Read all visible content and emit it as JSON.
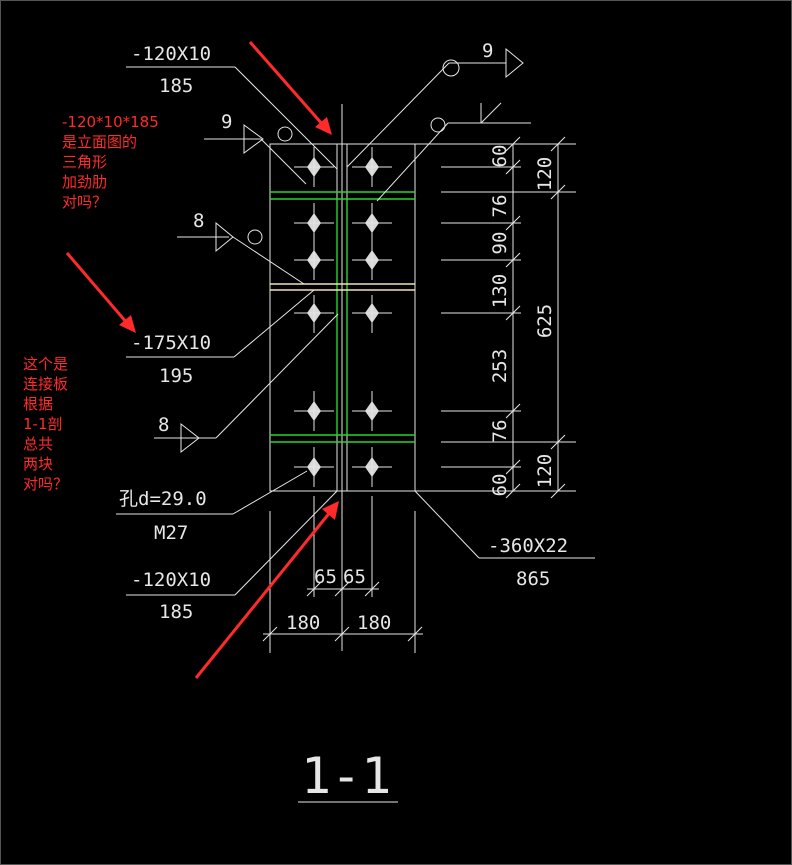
{
  "labels": {
    "top_plate_spec": "-120X10",
    "top_plate_len": "185",
    "mid_plate_spec": "-175X10",
    "mid_plate_len": "195",
    "hole_spec": "孔d=29.0",
    "bolt_spec": "M27",
    "bottom_plate_spec": "-120X10",
    "bottom_plate_len": "185",
    "main_plate_spec": "-360X22",
    "main_plate_len": "865",
    "weld_9_left": "9",
    "weld_9_right": "9",
    "weld_8_upper": "8",
    "weld_8_lower": "8",
    "section_title": "1-1"
  },
  "notes": {
    "stiffener_q": [
      "-120*10*185",
      "是立面图的",
      "三角形",
      "加劲肋",
      "对吗？"
    ],
    "plate_q": [
      "这个是",
      "连接板",
      "根据",
      "1-1剖",
      "总共",
      "两块",
      "对吗？"
    ]
  },
  "dims": {
    "right_inner": [
      "60",
      "76",
      "90",
      "130",
      "253",
      "76",
      "60"
    ],
    "right_outer": [
      "120",
      "625",
      "120"
    ],
    "bottom_inner": [
      "65",
      "65"
    ],
    "bottom_outer": [
      "180",
      "180"
    ]
  },
  "colors": {
    "line": "#e6e6e6",
    "annotation": "#ff2a2a",
    "weld": "#2bd62b",
    "splice": "#f0e4b0"
  }
}
